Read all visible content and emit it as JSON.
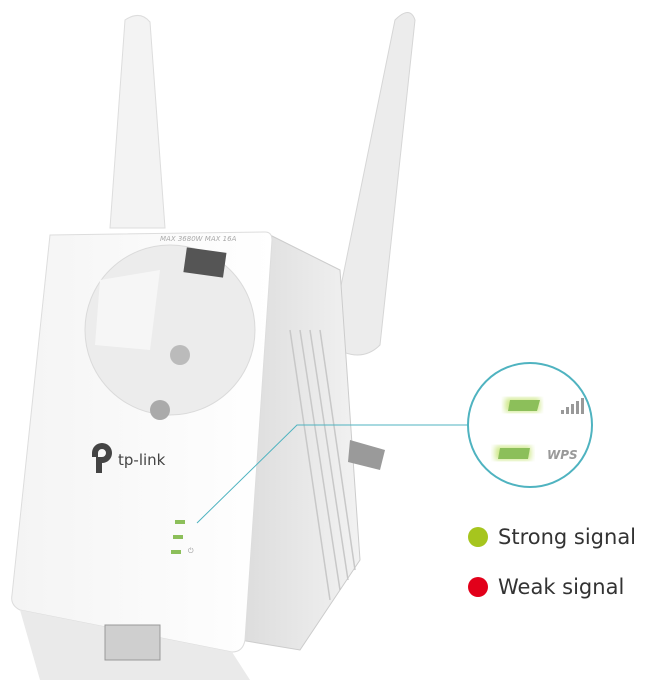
{
  "device": {
    "rating_label": "MAX 3680W MAX 16A",
    "brand": "tp-link"
  },
  "callout": {
    "wps_label": "WPS",
    "signal_icon": "signal-bars-icon",
    "ring_color": "#4fb3c0",
    "led_color": "#8cbf5a"
  },
  "legend": [
    {
      "label": "Strong signal",
      "color": "#a6c51e"
    },
    {
      "label": "Weak signal",
      "color": "#e2001a"
    }
  ]
}
